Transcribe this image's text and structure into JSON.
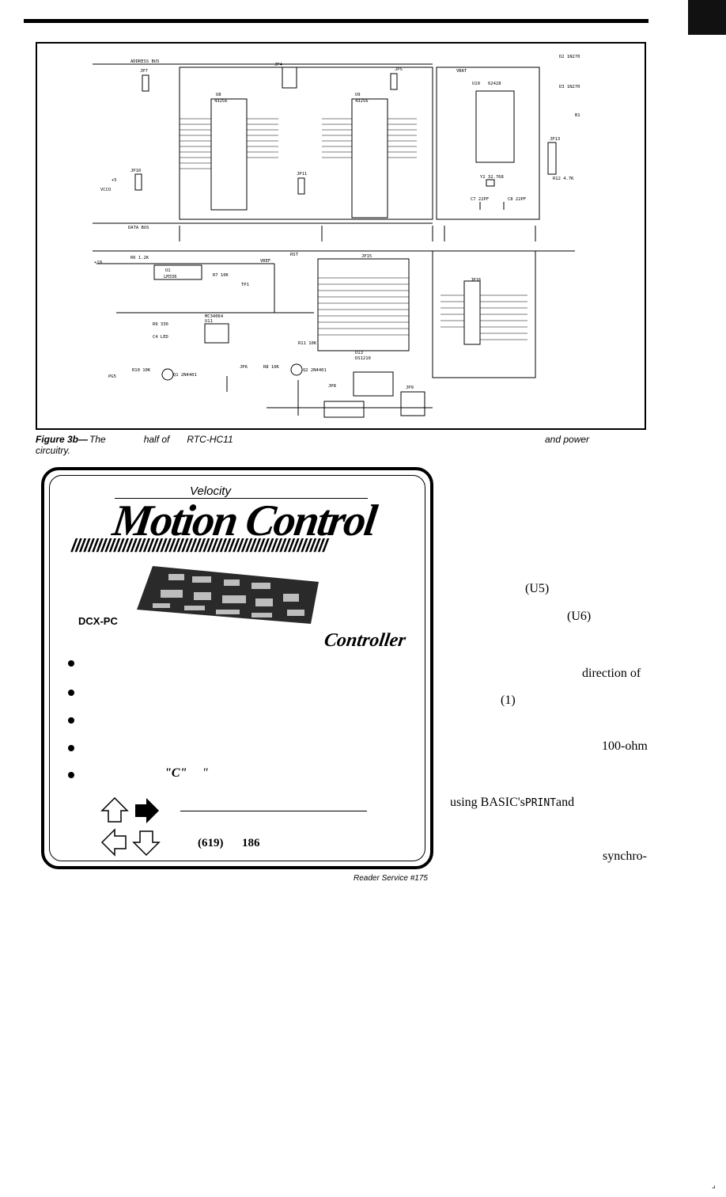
{
  "caption": {
    "fig_label": "Figure 3b—",
    "words": [
      "The",
      "half of",
      "RTC-HC11",
      "and power"
    ],
    "line2": "circuitry."
  },
  "schematic": {
    "bus_labels": [
      "ADDRESS BUS",
      "DATA BUS"
    ],
    "chips": {
      "u8": {
        "ref": "U8",
        "part": "43256"
      },
      "u9": {
        "ref": "U9",
        "part": "43256"
      },
      "u10": {
        "ref": "U10",
        "part": "62428"
      },
      "u1": {
        "ref": "U1",
        "part": "LM336"
      },
      "u11": {
        "ref": "U11",
        "part": "MC34064"
      },
      "u13": {
        "ref": "U13",
        "part": "DS1210"
      }
    },
    "jumpers": [
      "JP7",
      "JP4",
      "JP5",
      "JP10",
      "JP11",
      "JP13",
      "JP15",
      "JP16",
      "JP6",
      "JP8",
      "JP9"
    ],
    "misc": [
      "D2 1N270",
      "D3 1N270",
      "B1",
      "Y2 32.768",
      "C7 22PF",
      "C8 22PF",
      "R12 4.7K",
      "R6 1.2K",
      "R7 10K",
      "TP1",
      "R9 330",
      "C4 LED",
      "R10 10K",
      "Q1 2N4401",
      "R8 10K",
      "Q2 2N4401",
      "R11 10K",
      "VREF",
      "RST",
      "VBAT",
      "VCCO",
      "PG5",
      "+5",
      "+10"
    ]
  },
  "ad": {
    "velocity": "Velocity",
    "title": "Motion Control",
    "stripes": "////////////////////////////////////////////////////////////",
    "product": "DCX-PC",
    "controller": "Controller",
    "bullet_q1": "\"C\"",
    "bullet_q2": "\"",
    "phone_area": "(619)",
    "phone_part": "186"
  },
  "reader_service": "Reader Service #175",
  "right_column": {
    "u5": "(U5)",
    "u6": "(U6)",
    "direction": "direction of",
    "one": "(1)",
    "ohm": "100-ohm",
    "basic_pre": "using BASIC's",
    "basic_kw": "PRINT",
    "basic_post": "and",
    "synchro": "synchro-"
  }
}
